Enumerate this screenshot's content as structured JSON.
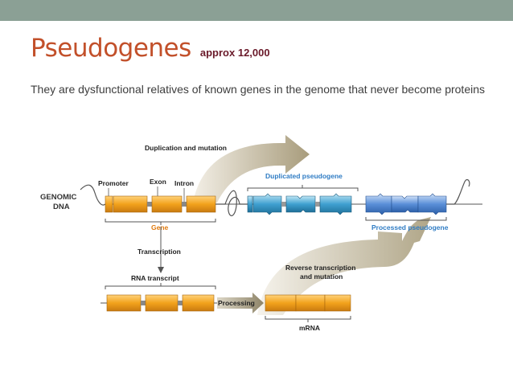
{
  "slide": {
    "title": "Pseudogenes",
    "title_note": "approx 12,000",
    "description": "They are dysfunctional relatives of known genes in the genome that never become proteins"
  },
  "diagram": {
    "genomic_label_1": "GENOMIC",
    "genomic_label_2": "DNA",
    "duplication_label": "Duplication and mutation",
    "promoter_label": "Promoter",
    "exon_label": "Exon",
    "intron_label": "Intron",
    "gene_label": "Gene",
    "duplicated_label": "Duplicated pseudogene",
    "processed_label": "Processed pseudogene",
    "transcription_label": "Transcription",
    "rna_label": "RNA transcript",
    "reverse_label_1": "Reverse transcription",
    "reverse_label_2": "and mutation",
    "processing_label": "Processing",
    "mrna_label": "mRNA"
  },
  "colors": {
    "exon": "#f2a21c",
    "exon_dark": "#c97a10",
    "pseudo_blue": "#3fa0d0",
    "processed_blue": "#5a8fd8",
    "arrow": "#c5bca2",
    "title": "#c2502a"
  }
}
